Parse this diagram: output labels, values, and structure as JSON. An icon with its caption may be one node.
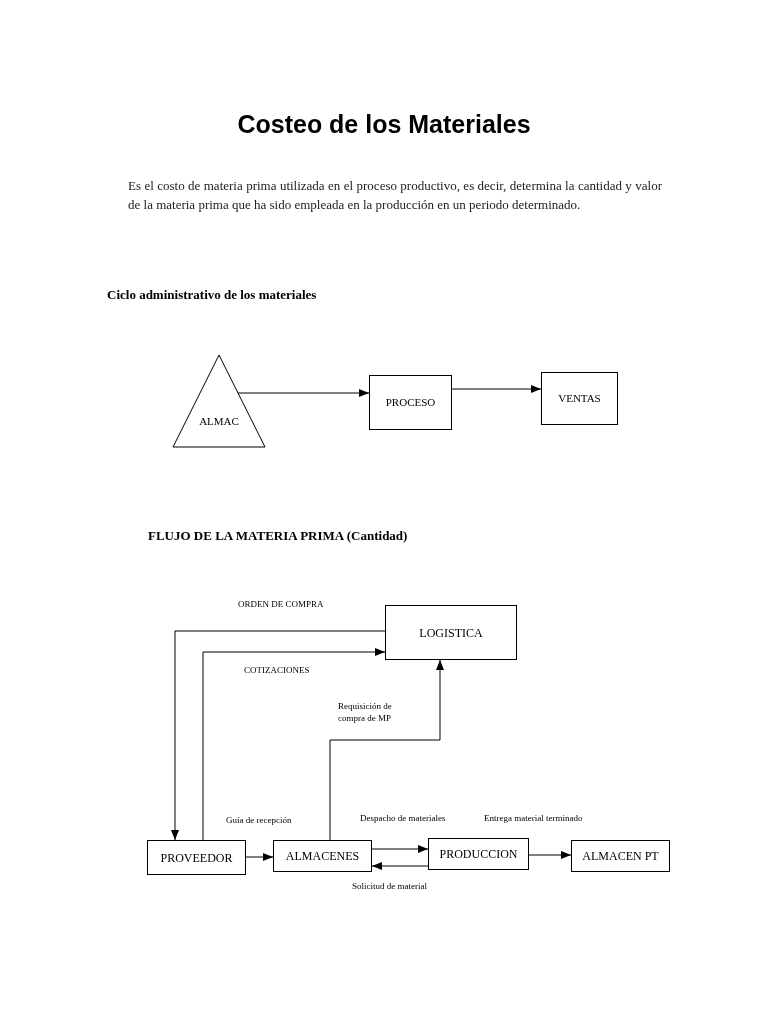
{
  "diagram": {
    "title": "Costeo de los Materiales",
    "nodes": [
      {
        "text": [
          "ALMAC"
        ]
      },
      {
        "text": [
          "PROCESO"
        ]
      },
      {
        "text": [
          "VENTAS"
        ]
      },
      {
        "text": [
          "LOGISTICA"
        ]
      },
      {
        "text": [
          "PROVEEDOR"
        ]
      },
      {
        "text": [
          "ALMACENES"
        ]
      },
      {
        "text": [
          "PRODUCCION"
        ]
      },
      {
        "text": [
          "ALMACEN PT"
        ]
      }
    ],
    "edges": [
      {
        "from": 0,
        "to": 1,
        "arrow": "to"
      },
      {
        "from": 1,
        "to": 2,
        "arrow": "to"
      },
      {
        "from": 3,
        "to": 4,
        "arrow": "to",
        "label": "ORDEN DE COMPRA"
      },
      {
        "from": 4,
        "to": 3,
        "arrow": "to",
        "label": "COTIZACIONES"
      },
      {
        "from": 5,
        "to": 3,
        "arrow": "to",
        "label": "Requisición de compra de MP"
      },
      {
        "from": 4,
        "to": 5,
        "arrow": "to",
        "label": "Guía de recepción"
      },
      {
        "from": 5,
        "to": 6,
        "arrow": "to",
        "label": "Despacho de materiales"
      },
      {
        "from": 6,
        "to": 5,
        "arrow": "to",
        "label": "Solicitud de material"
      },
      {
        "from": 6,
        "to": 7,
        "arrow": "to",
        "label": "Entrega material terminado"
      }
    ],
    "labels": [
      "Es el costo de materia prima utilizada en el proceso productivo, es decir, determina la cantidad y valor de la materia prima que ha sido empleada en la producción en un periodo determinado.",
      "Ciclo administrativo de los materiales",
      "FLUJO DE LA MATERIA PRIMA (Cantidad)"
    ]
  }
}
